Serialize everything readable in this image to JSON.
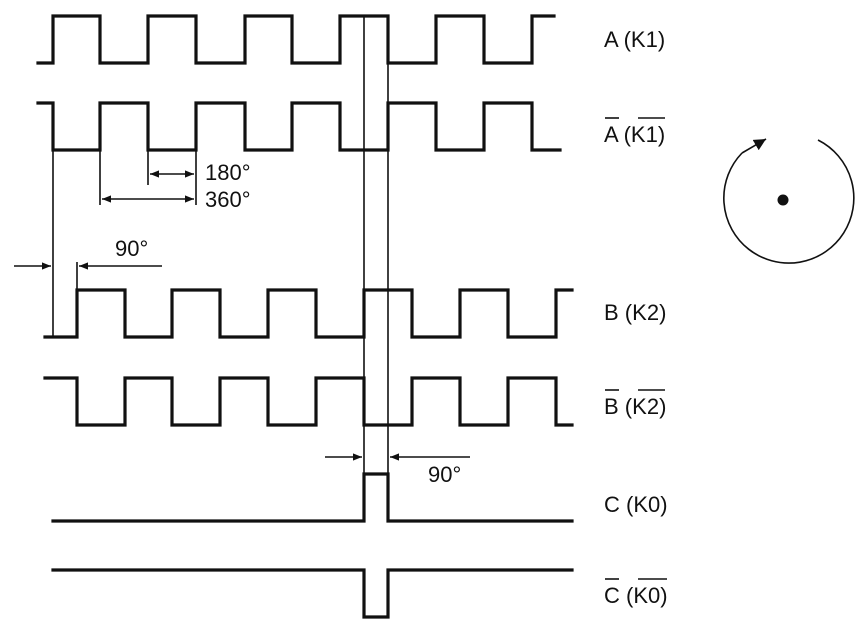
{
  "signals": [
    {
      "id": "A",
      "label": "A (K1)",
      "label_main": "A",
      "label_paren": "K1",
      "inverted": false
    },
    {
      "id": "A_bar",
      "label": "A (K1)",
      "label_main": "A",
      "label_paren": "K1",
      "inverted": true
    },
    {
      "id": "B",
      "label": "B (K2)",
      "label_main": "B",
      "label_paren": "K2",
      "inverted": false
    },
    {
      "id": "B_bar",
      "label": "B (K2)",
      "label_main": "B",
      "label_paren": "K2",
      "inverted": true
    },
    {
      "id": "C",
      "label": "C (K0)",
      "label_main": "C",
      "label_paren": "K0",
      "inverted": false
    },
    {
      "id": "C_bar",
      "label": "C (K0)",
      "label_main": "C",
      "label_paren": "K0",
      "inverted": true
    }
  ],
  "dimensions": {
    "half_period": "180°",
    "full_period": "360°",
    "phase_shift_ab": "90°",
    "index_width": "90°"
  },
  "icons": {
    "rotation": "clockwise-rotation-icon"
  }
}
